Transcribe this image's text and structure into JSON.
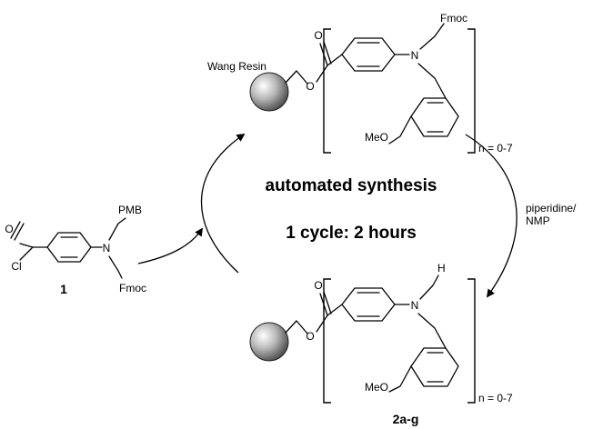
{
  "cycle_text": {
    "line1": "automated synthesis",
    "line2": "1 cycle: 2 hours"
  },
  "reagent": {
    "text_line1": "piperidine/",
    "text_line2": "NMP"
  },
  "top_structure": {
    "resin_label": "Wang Resin",
    "o_ester": "O",
    "o_carbonyl": "O",
    "n_atom": "N",
    "n_substituent": "Fmoc",
    "methoxy": "MeO",
    "repeat": "n = 0-7"
  },
  "bottom_structure": {
    "o_ester": "O",
    "o_carbonyl": "O",
    "n_atom": "N",
    "n_substituent": "H",
    "methoxy": "MeO",
    "repeat": "n = 0-7",
    "compound_label": "2a-g"
  },
  "monomer": {
    "o_carbonyl": "O",
    "cl": "Cl",
    "n_atom": "N",
    "pmb": "PMB",
    "fmoc": "Fmoc",
    "compound_label": "1"
  }
}
